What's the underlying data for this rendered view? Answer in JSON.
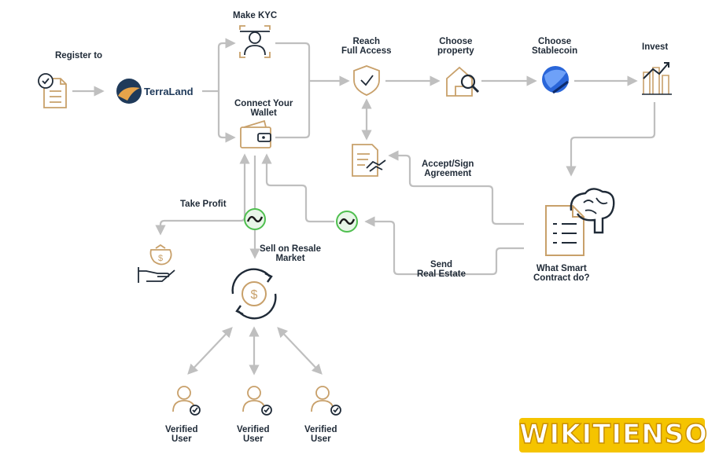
{
  "steps": {
    "register": "Register to",
    "brand": "TerraLand",
    "kyc": "Make KYC",
    "wallet": [
      "Connect Your",
      "Wallet"
    ],
    "access": [
      "Reach",
      "Full Access"
    ],
    "property": [
      "Choose",
      "property"
    ],
    "stablecoin": [
      "Choose",
      "Stablecoin"
    ],
    "invest": "Invest",
    "agreement": [
      "Accept/Sign",
      "Agreement"
    ],
    "smart": [
      "What Smart",
      "Contract do?"
    ],
    "send": [
      "Send",
      "Real Estate"
    ],
    "profit": "Take Profit",
    "resale": [
      "Sell on Resale",
      "Market"
    ],
    "user1": [
      "Verified",
      "User"
    ],
    "user2": [
      "Verified",
      "User"
    ],
    "user3": [
      "Verified",
      "User"
    ]
  },
  "watermark": "WIKITIENSO",
  "colors": {
    "arrow": "#bfbfbf",
    "icon": "#c8a06a",
    "navy": "#1f2a37",
    "token": "#5cc95c",
    "coin": "#2a66d9",
    "watermark": "#f5c400"
  },
  "icons": [
    "checklist-icon",
    "terraland-logo-icon",
    "face-scan-icon",
    "wallet-icon",
    "shield-check-icon",
    "house-search-icon",
    "stablecoin-icon",
    "city-growth-icon",
    "handshake-document-icon",
    "smart-contract-brain-icon",
    "token-icon",
    "money-hand-icon",
    "resale-exchange-icon",
    "user-verified-icon"
  ]
}
